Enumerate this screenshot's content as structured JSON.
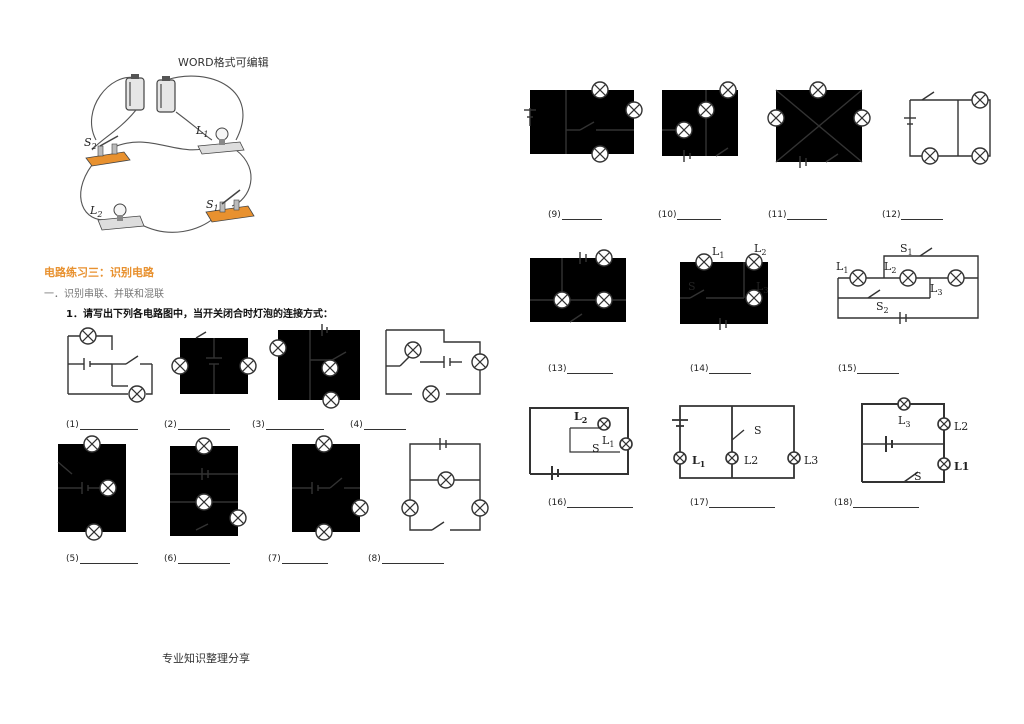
{
  "header": {
    "top": "WORD格式可编辑",
    "footer": "专业知识整理分享"
  },
  "section": {
    "title": "电路练习三：识别电路",
    "subtitle": "一．识别串联、并联和混联",
    "question": "1．请写出下列各电路图中，当开关闭合时灯泡的连接方式："
  },
  "photo_labels": {
    "s2": "S",
    "s2_sub": "2",
    "l1": "L",
    "l1_sub": "1",
    "l2": "L",
    "l2_sub": "2",
    "s1": "S",
    "s1_sub": "1"
  },
  "circuit_labels": {
    "L1": "L",
    "L2": "L",
    "L3": "L",
    "S": "S",
    "S1": "S",
    "S2": "S",
    "L2b": "L2",
    "L1b": "L1",
    "L3b": "L3"
  },
  "answers": [
    {
      "num": "(1)"
    },
    {
      "num": "(2)"
    },
    {
      "num": "(3)"
    },
    {
      "num": "(4)"
    },
    {
      "num": "(5)"
    },
    {
      "num": "(6)"
    },
    {
      "num": "(7)"
    },
    {
      "num": "(8)"
    },
    {
      "num": "(9)"
    },
    {
      "num": "(10)"
    },
    {
      "num": "(11)"
    },
    {
      "num": "(12)"
    },
    {
      "num": "(13)"
    },
    {
      "num": "(14)"
    },
    {
      "num": "(15)"
    },
    {
      "num": "(16)"
    },
    {
      "num": "(17)"
    },
    {
      "num": "(18)"
    }
  ]
}
